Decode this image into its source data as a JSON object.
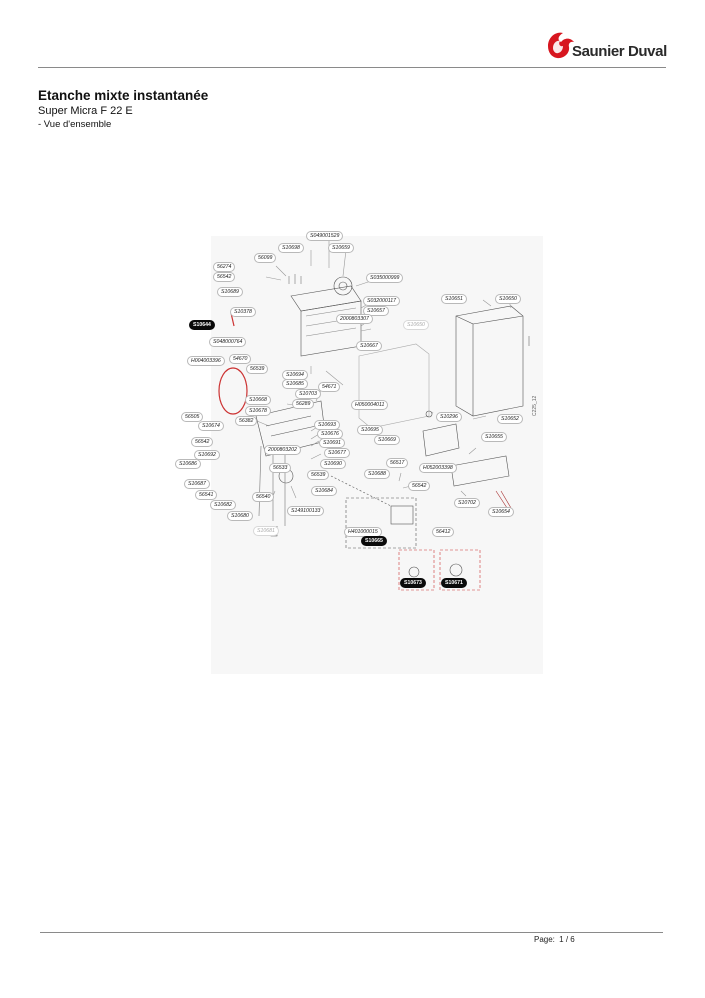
{
  "brand": {
    "name": "Saunier Duval"
  },
  "document": {
    "title": "Etanche mixte instantanée",
    "subtitle": "Super Micra F 22 E",
    "view": "- Vue d'ensemble"
  },
  "figure": {
    "code": "C225_12",
    "groups_highlighted": [
      "S10644",
      "S10665",
      "S10673",
      "S10671"
    ],
    "parts": [
      "S049001529",
      "S10698",
      "S10659",
      "56099",
      "56274",
      "56542",
      "S035000999",
      "S10689",
      "S032000117",
      "S10651",
      "S10650",
      "S10378",
      "S10657",
      "2000803307",
      "S10644",
      "S10650",
      "S048000764",
      "S10667",
      "H004003396",
      "54670",
      "56539",
      "S10694",
      "S10685",
      "54671",
      "S10703",
      "S10668",
      "56289",
      "H050004011",
      "S10678",
      "56505",
      "56382",
      "S10693",
      "S10296",
      "S10652",
      "S10674",
      "S10676",
      "S10695",
      "56542",
      "S10691",
      "S10669",
      "S10655",
      "2000803202",
      "S10677",
      "S10692",
      "S10686",
      "56533",
      "S10690",
      "56517",
      "H052003398",
      "56539",
      "S10688",
      "S10687",
      "56542",
      "S10684",
      "56541",
      "56540",
      "S10702",
      "S10682",
      "S10654",
      "S149100133",
      "S10680",
      "H401000015",
      "56412",
      "S10665",
      "S10681",
      "S10673",
      "S10671"
    ]
  },
  "footer": {
    "page_label": "Page:",
    "page_value": "1 / 6"
  },
  "colors": {
    "brand_red": "#d7161f",
    "text": "#111111",
    "rule": "#8a8a8a"
  }
}
